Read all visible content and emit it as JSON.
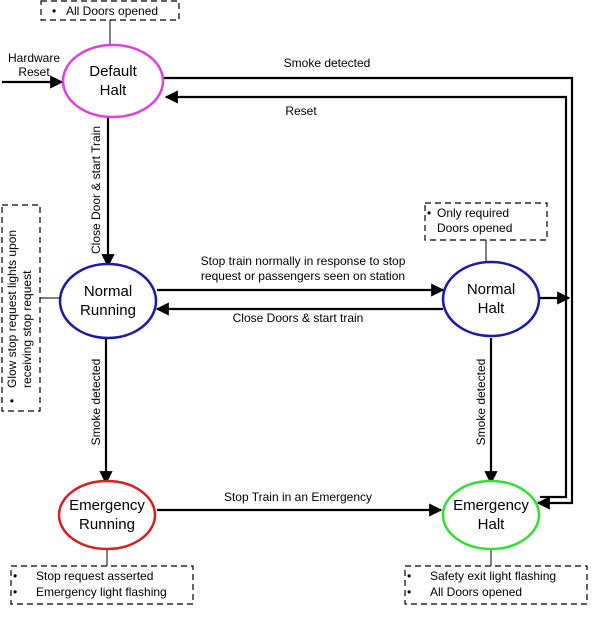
{
  "states": {
    "default_halt": {
      "line1": "Default",
      "line2": "Halt",
      "color": "#e040e0"
    },
    "normal_running": {
      "line1": "Normal",
      "line2": "Running",
      "color": "#1a1aa8"
    },
    "normal_halt": {
      "line1": "Normal",
      "line2": "Halt",
      "color": "#1a1aa8"
    },
    "emergency_running": {
      "line1": "Emergency",
      "line2": "Running",
      "color": "#d42020"
    },
    "emergency_halt": {
      "line1": "Emergency",
      "line2": "Halt",
      "color": "#30e030"
    }
  },
  "labels": {
    "hardware_reset_1": "Hardware",
    "hardware_reset_2": "Reset",
    "smoke_detected_top": "Smoke detected",
    "reset": "Reset",
    "close_door_start_train": "Close Door & start Train",
    "stop_train_normally_1": "Stop train normally in response to stop",
    "stop_train_normally_2": "request or passengers seen on station",
    "close_doors_start_train": "Close Doors & start train",
    "smoke_detected_left": "Smoke detected",
    "smoke_detected_right": "Smoke detected",
    "stop_train_emergency": "Stop Train in an Emergency"
  },
  "notes": {
    "all_doors_opened_top": "All Doors opened",
    "only_required_1": "Only required",
    "only_required_2": "Doors opened",
    "glow_1": "Glow stop request lights upon",
    "glow_2": "receiving stop request",
    "stop_request_asserted": "Stop request asserted",
    "emergency_light_flashing": "Emergency light flashing",
    "safety_exit_light_flashing": "Safety exit light flashing",
    "all_doors_opened_bottom": "All Doors opened"
  },
  "bullet": "•"
}
